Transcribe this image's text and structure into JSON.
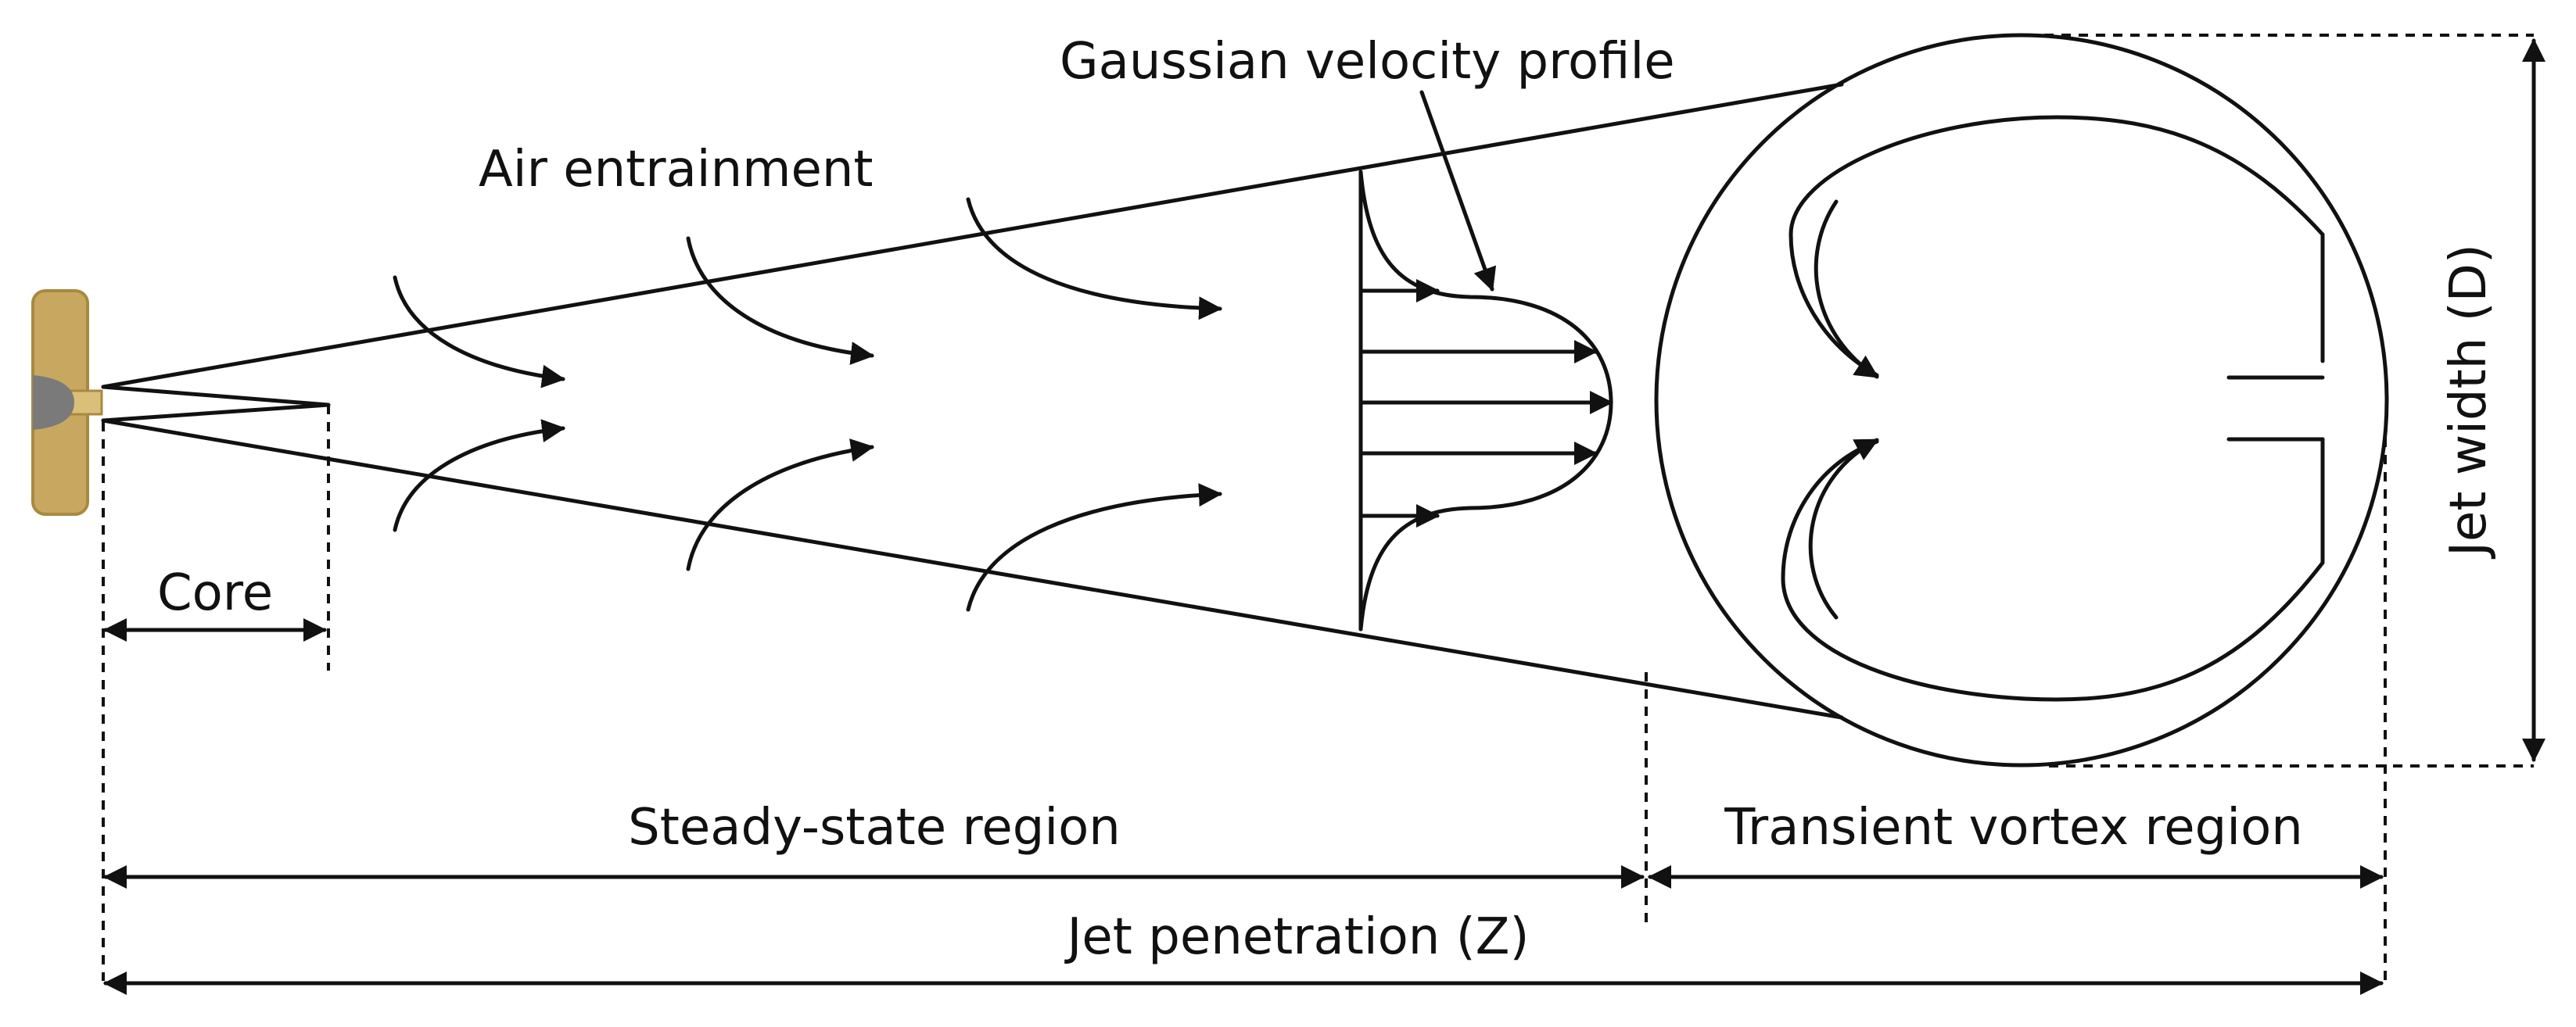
{
  "labels": {
    "gaussian_profile": "Gaussian velocity profile",
    "air_entrainment": "Air entrainment",
    "core": "Core",
    "jet_width": "Jet width (D)",
    "steady_state": "Steady-state region",
    "transient_vortex": "Transient vortex region",
    "jet_penetration": "Jet penetration (Z)"
  },
  "colors": {
    "nozzle_body": "#c8a861",
    "nozzle_outline": "#a8893f",
    "nozzle_orifice": "#7a7a7a",
    "stroke": "#111111"
  }
}
